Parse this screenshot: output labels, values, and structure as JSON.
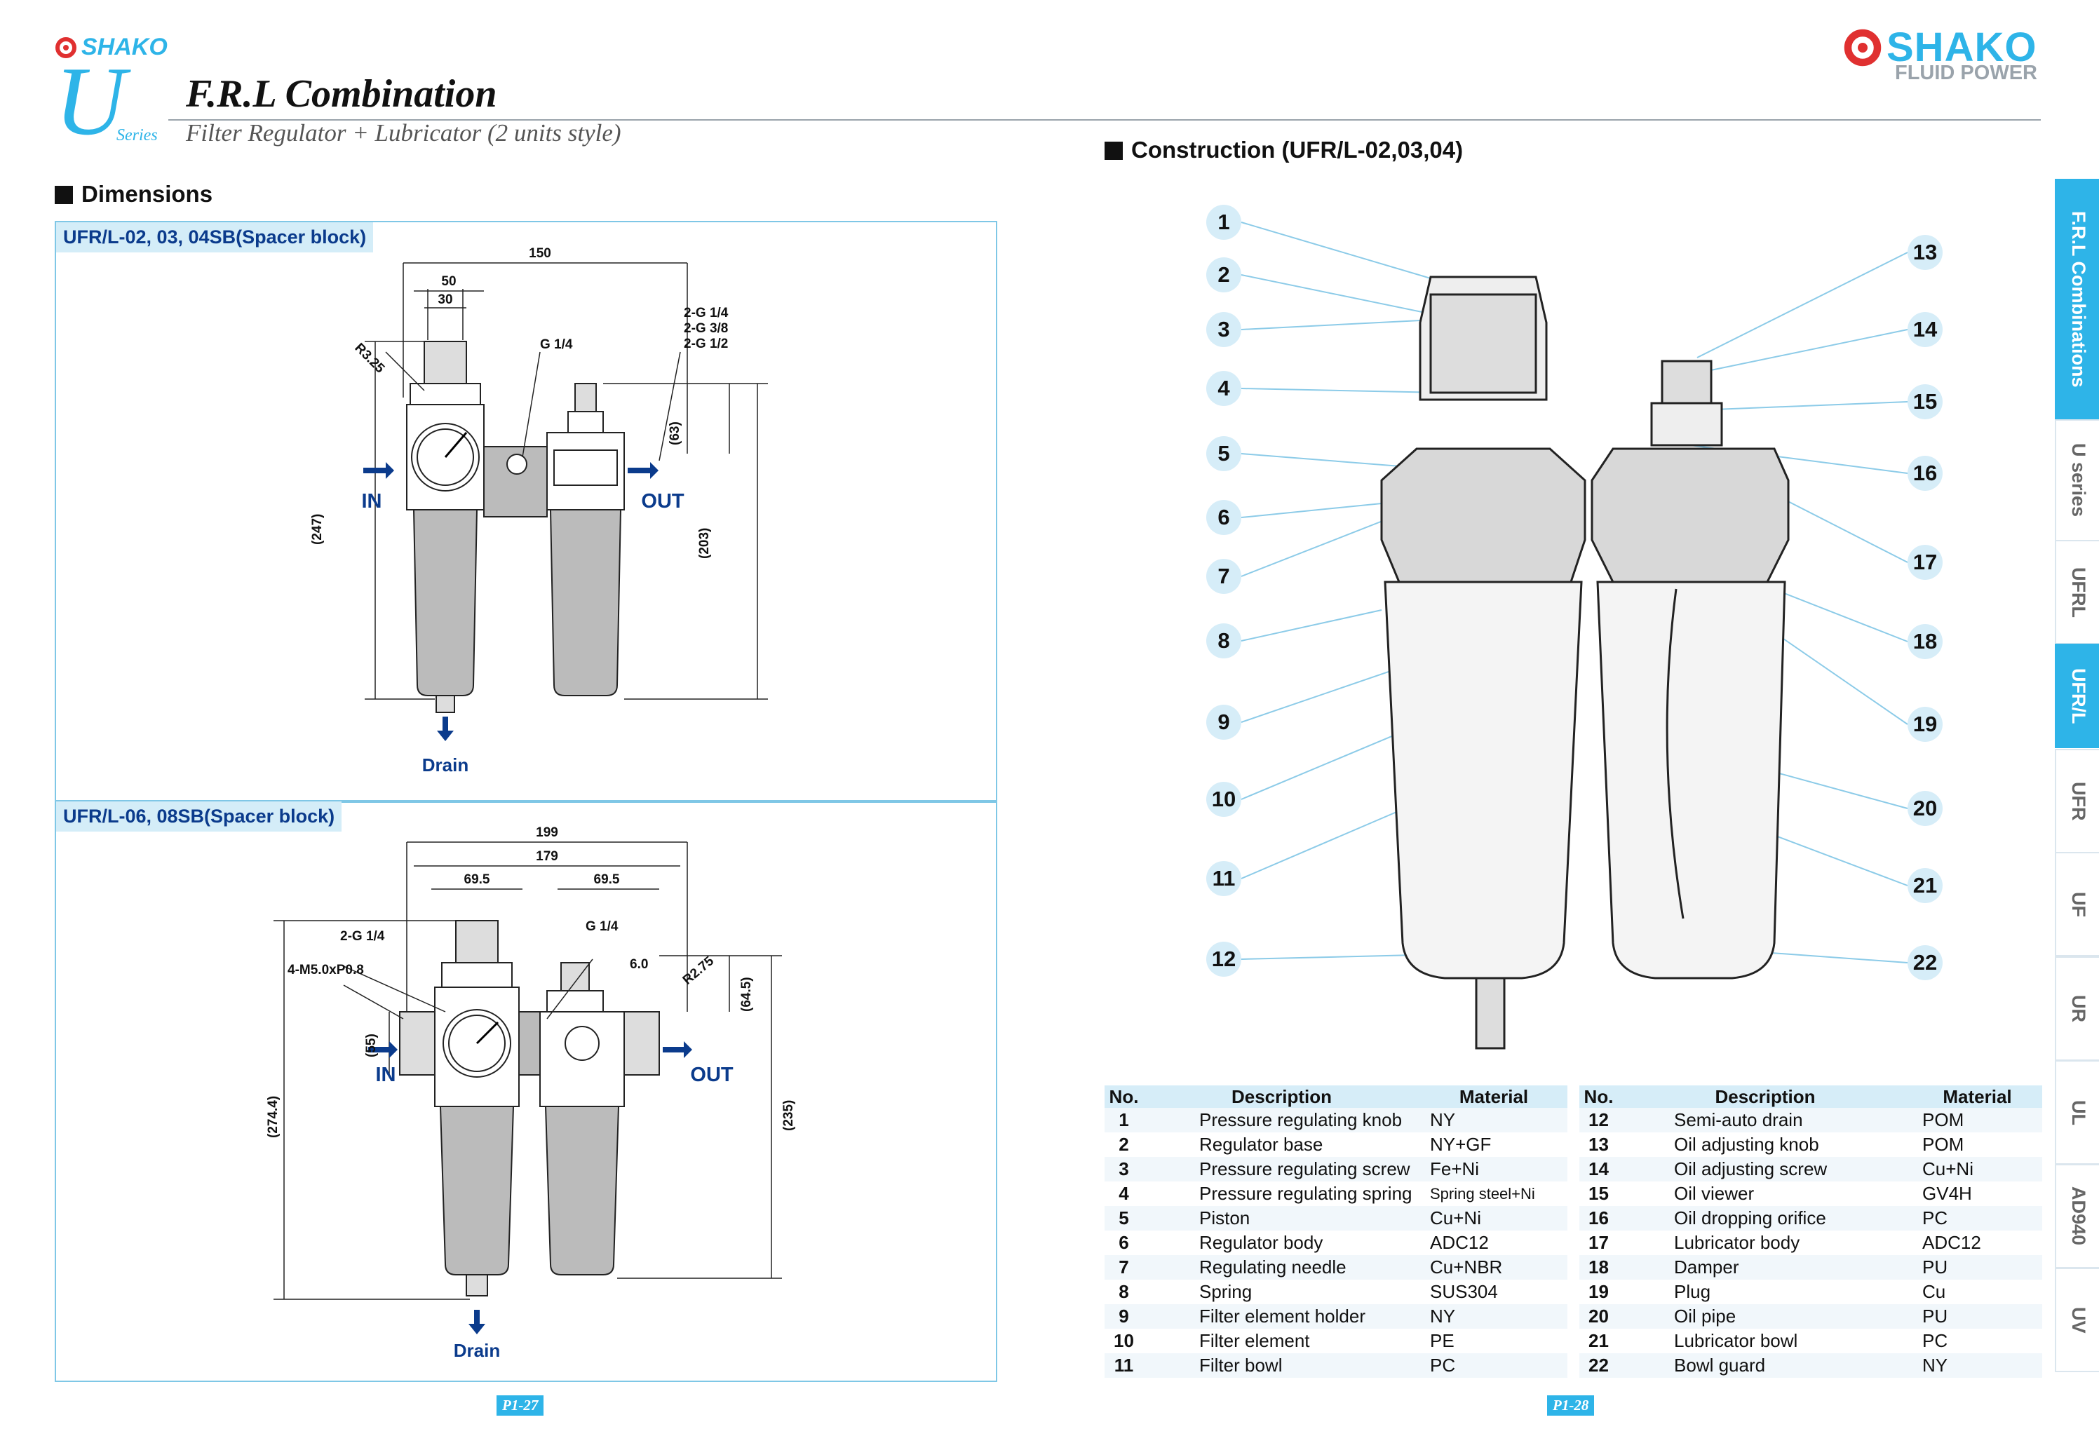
{
  "brand": {
    "name": "SHAKO",
    "tagline": "FLUID POWER",
    "color": "#2eb4e8",
    "logo_ring_color": "#e03030"
  },
  "header": {
    "series_letter": "U",
    "series_word": "Series",
    "title": "F.R.L Combination",
    "subtitle": "Filter Regulator + Lubricator (2 units style)"
  },
  "dimensions": {
    "heading": "Dimensions",
    "panel1": {
      "tab": "UFR/L-02, 03, 04SB(Spacer block)",
      "labels": {
        "d150": "150",
        "d50": "50",
        "d30": "30",
        "r": "R3.25",
        "g14": "G 1/4",
        "port1": "2-G 1/4",
        "port2": "2-G 3/8",
        "port3": "2-G 1/2",
        "h247": "(247)",
        "h63": "(63)",
        "h203": "(203)",
        "in": "IN",
        "out": "OUT",
        "drain": "Drain"
      }
    },
    "panel2": {
      "tab": "UFR/L-06, 08SB(Spacer block)",
      "labels": {
        "d199": "199",
        "d179": "179",
        "d695a": "69.5",
        "d695b": "69.5",
        "port": "2-G 1/4",
        "g14": "G 1/4",
        "screw": "4-M5.0xP0.8",
        "d60": "6.0",
        "r": "R2.75",
        "h645": "(64.5)",
        "h55": "(55)",
        "h2744": "(274.4)",
        "h235": "(235)",
        "in": "IN",
        "out": "OUT",
        "drain": "Drain"
      }
    }
  },
  "construction": {
    "heading": "Construction (UFR/L-02,03,04)",
    "left_callouts": [
      "1",
      "2",
      "3",
      "4",
      "5",
      "6",
      "7",
      "8",
      "9",
      "10",
      "11",
      "12"
    ],
    "right_callouts": [
      "13",
      "14",
      "15",
      "16",
      "17",
      "18",
      "19",
      "20",
      "21",
      "22"
    ]
  },
  "parts_table": {
    "headers": {
      "no": "No.",
      "description": "Description",
      "material": "Material"
    },
    "left": [
      {
        "no": "1",
        "desc": "Pressure regulating knob",
        "mat": "NY"
      },
      {
        "no": "2",
        "desc": "Regulator base",
        "mat": "NY+GF"
      },
      {
        "no": "3",
        "desc": "Pressure regulating screw",
        "mat": "Fe+Ni"
      },
      {
        "no": "4",
        "desc": "Pressure regulating spring",
        "mat": "Spring steel+Ni"
      },
      {
        "no": "5",
        "desc": "Piston",
        "mat": "Cu+Ni"
      },
      {
        "no": "6",
        "desc": "Regulator body",
        "mat": "ADC12"
      },
      {
        "no": "7",
        "desc": "Regulating needle",
        "mat": "Cu+NBR"
      },
      {
        "no": "8",
        "desc": "Spring",
        "mat": "SUS304"
      },
      {
        "no": "9",
        "desc": "Filter element holder",
        "mat": "NY"
      },
      {
        "no": "10",
        "desc": "Filter element",
        "mat": "PE"
      },
      {
        "no": "11",
        "desc": "Filter bowl",
        "mat": "PC"
      }
    ],
    "right": [
      {
        "no": "12",
        "desc": "Semi-auto drain",
        "mat": "POM"
      },
      {
        "no": "13",
        "desc": "Oil adjusting knob",
        "mat": "POM"
      },
      {
        "no": "14",
        "desc": "Oil adjusting screw",
        "mat": "Cu+Ni"
      },
      {
        "no": "15",
        "desc": "Oil viewer",
        "mat": "GV4H"
      },
      {
        "no": "16",
        "desc": "Oil dropping orifice",
        "mat": "PC"
      },
      {
        "no": "17",
        "desc": "Lubricator body",
        "mat": "ADC12"
      },
      {
        "no": "18",
        "desc": "Damper",
        "mat": "PU"
      },
      {
        "no": "19",
        "desc": "Plug",
        "mat": "Cu"
      },
      {
        "no": "20",
        "desc": "Oil pipe",
        "mat": "PU"
      },
      {
        "no": "21",
        "desc": "Lubricator bowl",
        "mat": "PC"
      },
      {
        "no": "22",
        "desc": "Bowl guard",
        "mat": "NY"
      }
    ]
  },
  "side_tabs": [
    {
      "label": "F.R.L Combinations",
      "active": true
    },
    {
      "label": "U series",
      "active": false
    },
    {
      "label": "UFRL",
      "active": false
    },
    {
      "label": "UFR/L",
      "active": true
    },
    {
      "label": "UFR",
      "active": false
    },
    {
      "label": "UF",
      "active": false
    },
    {
      "label": "UR",
      "active": false
    },
    {
      "label": "UL",
      "active": false
    },
    {
      "label": "AD940",
      "active": false
    },
    {
      "label": "UV",
      "active": false
    }
  ],
  "pages": {
    "left": "P1-27",
    "right": "P1-28"
  }
}
